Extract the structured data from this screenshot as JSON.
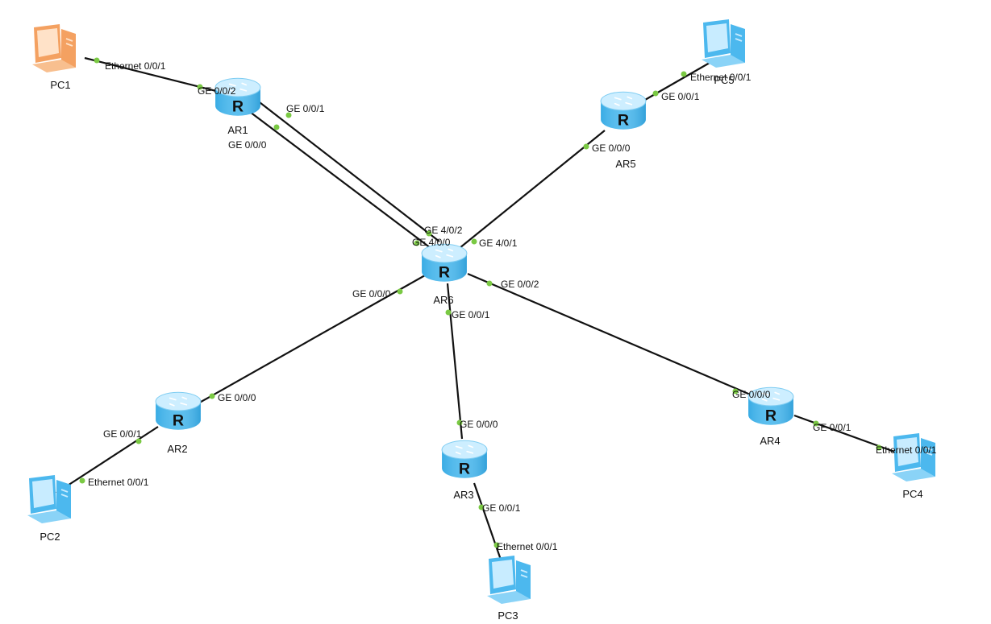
{
  "topology": {
    "devices": {
      "pc1": {
        "label": "PC1",
        "kind": "pc",
        "color": "orange"
      },
      "pc2": {
        "label": "PC2",
        "kind": "pc",
        "color": "blue"
      },
      "pc3": {
        "label": "PC3",
        "kind": "pc",
        "color": "blue"
      },
      "pc4": {
        "label": "PC4",
        "kind": "pc",
        "color": "blue"
      },
      "pc5": {
        "label": "PC5",
        "kind": "pc",
        "color": "blue"
      },
      "ar1": {
        "label": "AR1",
        "kind": "router",
        "color": "blue"
      },
      "ar2": {
        "label": "AR2",
        "kind": "router",
        "color": "blue"
      },
      "ar3": {
        "label": "AR3",
        "kind": "router",
        "color": "blue"
      },
      "ar4": {
        "label": "AR4",
        "kind": "router",
        "color": "blue"
      },
      "ar5": {
        "label": "AR5",
        "kind": "router",
        "color": "blue"
      },
      "ar6": {
        "label": "AR6",
        "kind": "router",
        "color": "blue"
      }
    },
    "links": [
      {
        "a": "pc1",
        "b": "ar1",
        "a_port": "Ethernet 0/0/1",
        "b_port": "GE 0/0/2"
      },
      {
        "a": "ar1",
        "b": "ar6",
        "a_port": "GE 0/0/1",
        "b_port": "GE 4/0/2"
      },
      {
        "a": "ar1",
        "b": "ar6",
        "a_port": "GE 0/0/0",
        "b_port": "GE 4/0/0"
      },
      {
        "a": "ar5",
        "b": "ar6",
        "a_port": "GE 0/0/0",
        "b_port": "GE 4/0/1"
      },
      {
        "a": "pc5",
        "b": "ar5",
        "a_port": "Ethernet 0/0/1",
        "b_port": "GE 0/0/1"
      },
      {
        "a": "ar6",
        "b": "ar2",
        "a_port": "GE 0/0/0",
        "b_port": "GE 0/0/0"
      },
      {
        "a": "ar6",
        "b": "ar3",
        "a_port": "GE 0/0/1",
        "b_port": "GE 0/0/0"
      },
      {
        "a": "ar6",
        "b": "ar4",
        "a_port": "GE 0/0/2",
        "b_port": "GE 0/0/0"
      },
      {
        "a": "ar2",
        "b": "pc2",
        "a_port": "GE 0/0/1",
        "b_port": "Ethernet 0/0/1"
      },
      {
        "a": "ar3",
        "b": "pc3",
        "a_port": "GE 0/0/1",
        "b_port": "Ethernet 0/0/1"
      },
      {
        "a": "ar4",
        "b": "pc4",
        "a_port": "GE 0/0/1",
        "b_port": "Ethernet 0/0/1"
      }
    ]
  },
  "colors": {
    "link": "#111111",
    "port_dot": "#7ac943",
    "router_top": "#cdeeff",
    "router_body": "#3fb4ec",
    "router_dark": "#2a9bd6",
    "pc_blue": "#4cb8ee",
    "pc_blue_light": "#c8ecff",
    "pc_orange": "#f4a161",
    "pc_orange_light": "#ffe2c8"
  }
}
